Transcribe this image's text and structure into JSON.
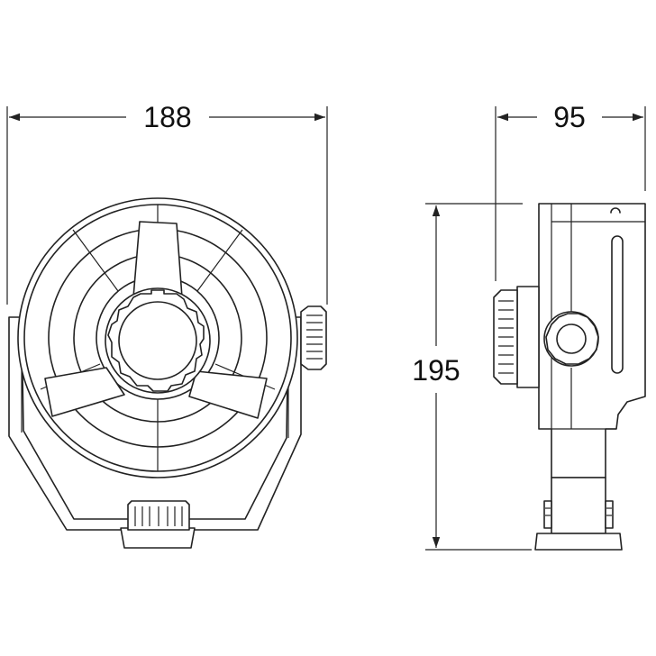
{
  "dimensions": {
    "width": "188",
    "depth": "95",
    "height": "195"
  }
}
